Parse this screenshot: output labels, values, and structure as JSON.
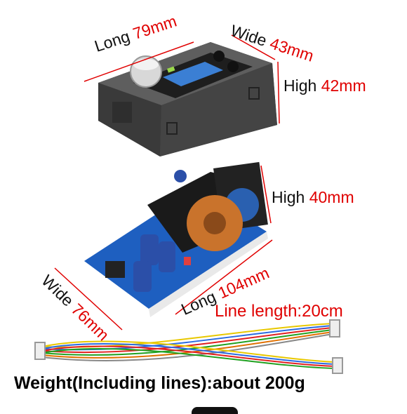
{
  "top_module": {
    "long": {
      "word": "Long",
      "value": "79mm"
    },
    "wide": {
      "word": "Wide",
      "value": "43mm"
    },
    "high": {
      "word": "High",
      "value": "42mm"
    }
  },
  "board_module": {
    "high": {
      "word": "High",
      "value": "40mm"
    },
    "wide": {
      "word": "Wide",
      "value": "76mm"
    },
    "long": {
      "word": "Long",
      "value": "104mm"
    }
  },
  "cable": {
    "line_length": "Line length:20cm"
  },
  "weight": "Weight(Including lines):about 200g",
  "colors": {
    "dimension_red": "#e00000",
    "wire_colors": [
      "#e8c800",
      "#2a6be0",
      "#e02020",
      "#20a020",
      "#e07000",
      "#888888"
    ]
  }
}
